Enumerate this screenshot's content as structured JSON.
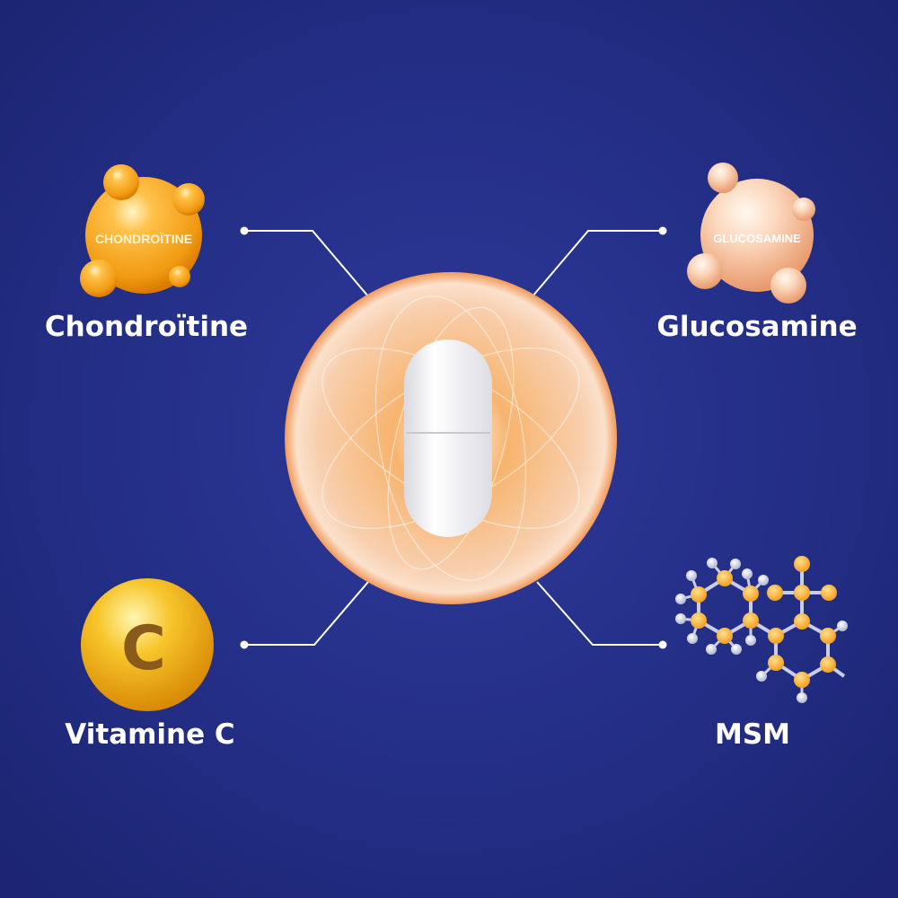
{
  "ingredients": [
    {
      "label": "Chondroïtine",
      "badge": "CHONDROÏTINE",
      "icon": "orange-molecule-icon"
    },
    {
      "label": "Glucosamine",
      "badge": "GLUCOSAMINE",
      "icon": "peach-molecule-icon"
    },
    {
      "label": "Vitamine C",
      "badge": "C",
      "icon": "gold-sphere-icon"
    },
    {
      "label": "MSM",
      "icon": "chemical-structure-icon"
    }
  ],
  "center": {
    "icon": "capsule-icon"
  },
  "colors": {
    "background": "#25308a",
    "orange": "#f5a623",
    "peach": "#f6c6a6",
    "gold": "#f2b321",
    "line": "#ffffff"
  }
}
